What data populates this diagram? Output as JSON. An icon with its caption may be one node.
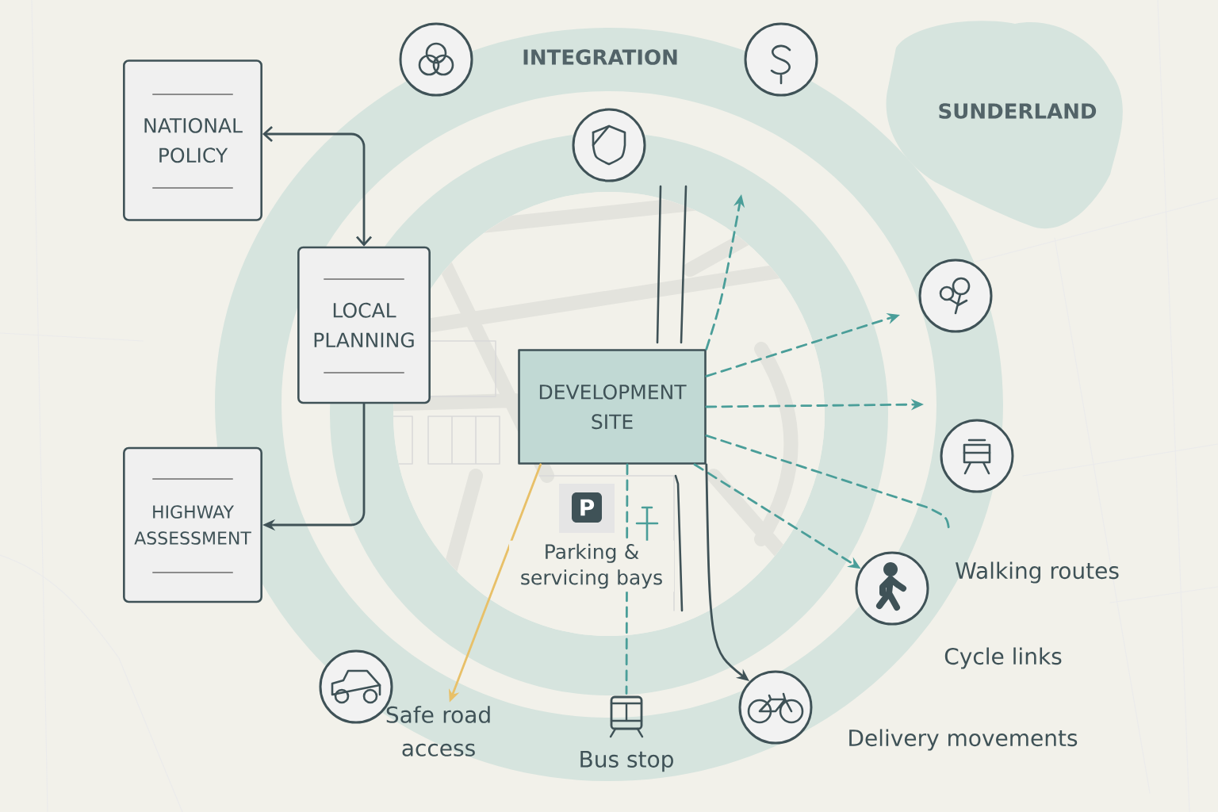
{
  "diagram": {
    "nodes": [
      {
        "text": [
          "NATIONAL POLICY"
        ]
      },
      {
        "text": [
          "LOCAL PLANNING"
        ]
      },
      {
        "text": [
          "HIGHWAY ASSESSMENT"
        ]
      },
      {
        "text": [
          "DEVELOPMENT SITE"
        ]
      },
      {
        "text": [],
        "shape": "circle"
      },
      {
        "text": [],
        "shape": "circle"
      },
      {
        "text": [],
        "shape": "bus",
        "beside": [
          "Bus stop"
        ]
      },
      {
        "text": [
          "Safe road access"
        ]
      }
    ],
    "edges": [
      {
        "from": 0,
        "to": 1,
        "arrow": "both"
      },
      {
        "from": 1,
        "to": 2,
        "arrow": "to"
      },
      {
        "from": 3,
        "to": null,
        "arrow": "to",
        "style": "dashed",
        "color": "#4a9e99"
      },
      {
        "from": 3,
        "to": null,
        "arrow": "to",
        "style": "dashed",
        "color": "#4a9e99"
      },
      {
        "from": 3,
        "to": null,
        "arrow": "to",
        "style": "dashed",
        "color": "#4a9e99"
      },
      {
        "from": 3,
        "to": null,
        "arrow": "none",
        "style": "dashed",
        "color": "#4a9e99"
      },
      {
        "from": 3,
        "to": 4,
        "arrow": "to",
        "style": "dashed",
        "color": "#4a9e99"
      },
      {
        "from": 3,
        "to": 5,
        "arrow": "to"
      },
      {
        "from": 3,
        "to": 7,
        "arrow": "to",
        "color": "#e8c068"
      },
      {
        "from": 3,
        "to": 6,
        "arrow": "none",
        "style": "dashed",
        "color": "#4a9e99"
      }
    ],
    "labels": [
      "INTEGRATION",
      "SUNDERLAND",
      "P",
      "Parking & servicing bays",
      "Walking routes",
      "Cycle links",
      "Delivery movements"
    ]
  }
}
